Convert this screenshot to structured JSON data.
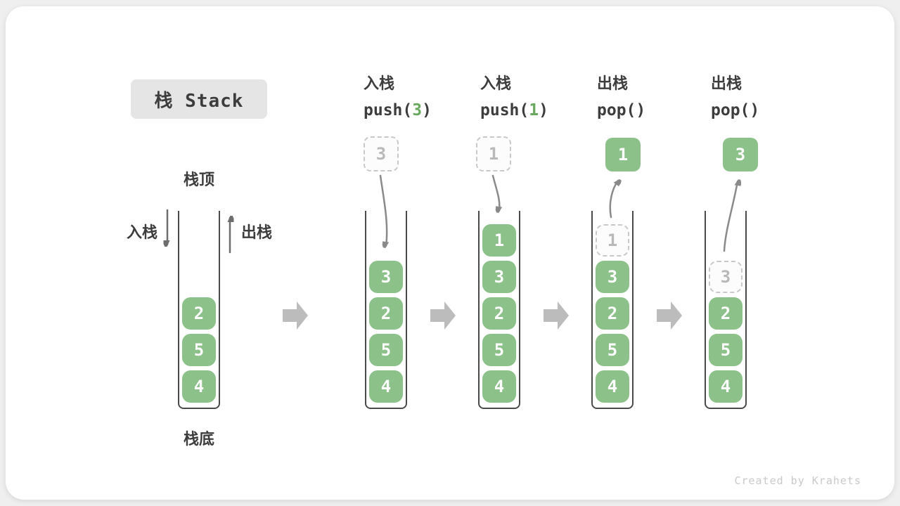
{
  "title": {
    "label": "栈 Stack"
  },
  "operations": [
    {
      "name": "入栈",
      "code_prefix": "push(",
      "code_arg": "3",
      "code_suffix": ")"
    },
    {
      "name": "入栈",
      "code_prefix": "push(",
      "code_arg": "1",
      "code_suffix": ")"
    },
    {
      "name": "出栈",
      "code_prefix": "pop(",
      "code_arg": "",
      "code_suffix": ")"
    },
    {
      "name": "出栈",
      "code_prefix": "pop(",
      "code_arg": "",
      "code_suffix": ")"
    }
  ],
  "stack_labels": {
    "top": "栈顶",
    "bottom": "栈底",
    "push": "入栈",
    "pop": "出栈"
  },
  "stacks": [
    {
      "cells": [
        "2",
        "5",
        "4"
      ]
    },
    {
      "incoming": "3",
      "cells": [
        "3",
        "2",
        "5",
        "4"
      ]
    },
    {
      "incoming": "1",
      "cells": [
        "1",
        "3",
        "2",
        "5",
        "4"
      ]
    },
    {
      "outgoing": "1",
      "ghost": "1",
      "cells": [
        "3",
        "2",
        "5",
        "4"
      ]
    },
    {
      "outgoing": "3",
      "ghost": "3",
      "cells": [
        "2",
        "5",
        "4"
      ]
    }
  ],
  "watermark": "Created by Krahets",
  "colors": {
    "page_bg": "#efefef",
    "card_bg": "#ffffff",
    "green": "#8CC18A",
    "cell_text": "#ffffff",
    "ghost_border": "#c9c9c9",
    "ghost_text": "#b9b9b9",
    "ghost_bg": "#fcfcfc",
    "container_border": "#4a4a4a",
    "text_dark": "#3d3d3d",
    "code_green": "#68a95e",
    "arrow_gray": "#8a8a8a",
    "arrow_dark": "#6e6e6e",
    "block_arrow": "#bcbcbc",
    "title_bg": "#e5e5e5",
    "watermark": "#c9c9c9"
  }
}
